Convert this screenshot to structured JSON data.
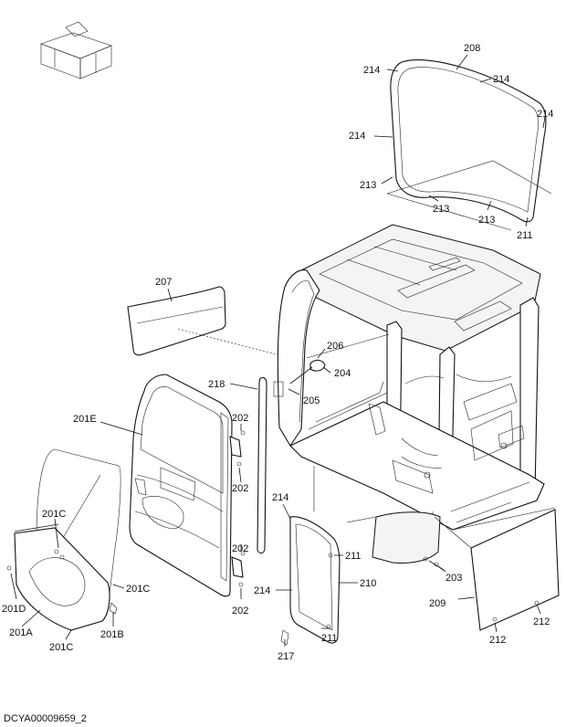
{
  "drawing_code": "DCYA00009659_2",
  "orientation_icon": "orientation-cube-icon",
  "labels": {
    "l208": "208",
    "l214a": "214",
    "l214b": "214",
    "l214c": "214",
    "l214d": "214",
    "l213a": "213",
    "l213b": "213",
    "l213c": "213",
    "l211a": "211",
    "l207": "207",
    "l206": "206",
    "l204": "204",
    "l205": "205",
    "l218": "218",
    "l201E": "201E",
    "l202a": "202",
    "l202b": "202",
    "l202c": "202",
    "l202d": "202",
    "l201Ca": "201C",
    "l201Cb": "201C",
    "l201Cc": "201C",
    "l201D": "201D",
    "l201A": "201A",
    "l201B": "201B",
    "l214e": "214",
    "l214f": "214",
    "l211b": "211",
    "l211c": "211",
    "l210": "210",
    "l217": "217",
    "l203": "203",
    "l209": "209",
    "l212a": "212",
    "l212b": "212"
  }
}
